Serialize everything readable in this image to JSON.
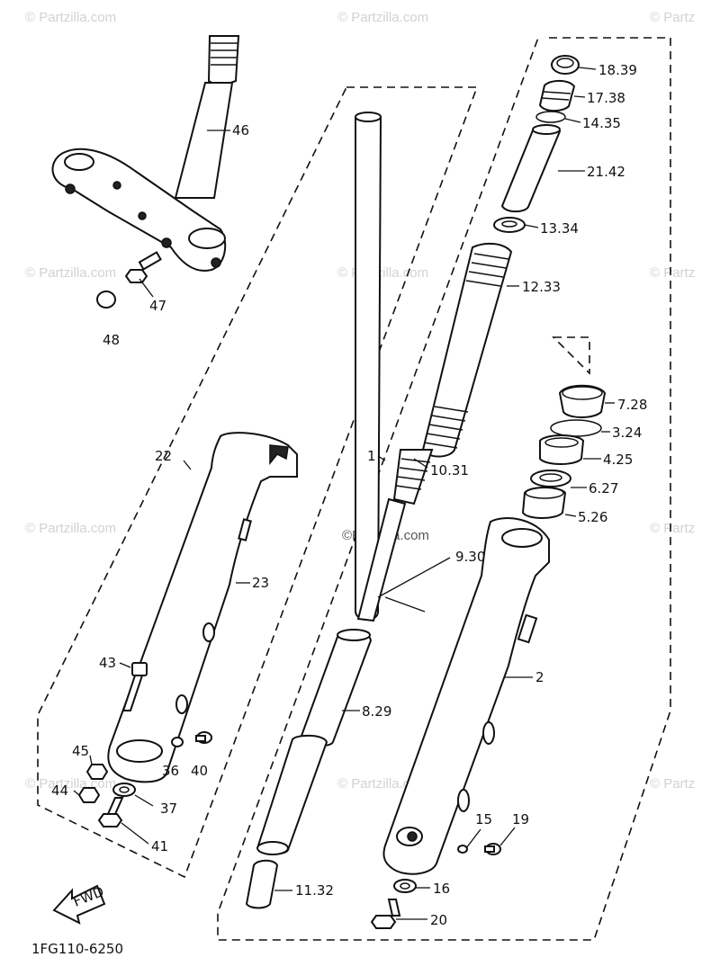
{
  "watermarks": {
    "copyright": "© Partzilla.com",
    "copyright_edge": "© Partz",
    "center_url": "©Partzilla.com"
  },
  "callouts": {
    "p46": "46",
    "p47": "47",
    "p48": "48",
    "p22": "22",
    "p23": "23",
    "p43": "43",
    "p45": "45",
    "p44": "44",
    "p36": "36",
    "p40": "40",
    "p37": "37",
    "p41": "41",
    "p1": "1",
    "p10_31": "10.31",
    "p9_30": "9.30",
    "p8_29": "8.29",
    "p11_32": "11.32",
    "p18_39": "18.39",
    "p17_38": "17.38",
    "p14_35": "14.35",
    "p21_42": "21.42",
    "p13_34": "13.34",
    "p12_33": "12.33",
    "p7_28": "7.28",
    "p3_24": "3.24",
    "p4_25": "4.25",
    "p6_27": "6.27",
    "p5_26": "5.26",
    "p2": "2",
    "p15": "15",
    "p19": "19",
    "p16": "16",
    "p20": "20"
  },
  "fwd_label": "FWD",
  "diagram_code": "1FG110-6250"
}
